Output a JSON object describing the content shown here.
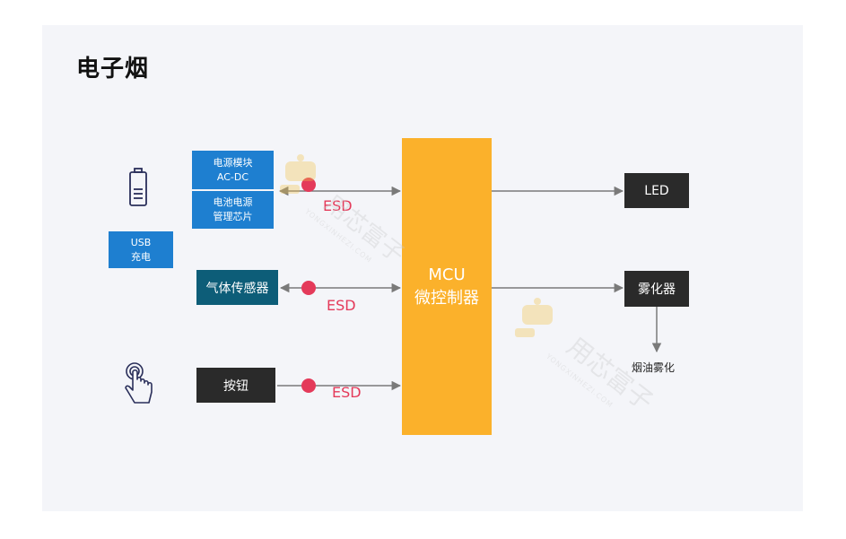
{
  "title": "电子烟",
  "blocks": {
    "power_module": [
      "电源模块",
      "AC-DC"
    ],
    "battery_power": [
      "电池电源",
      "管理芯片"
    ],
    "usb": [
      "USB",
      "充电"
    ],
    "gas_sensor": "气体传感器",
    "button": "按钮",
    "mcu": [
      "MCU",
      "微控制器"
    ],
    "led": "LED",
    "atomizer": "雾化器",
    "oil_atomize": "烟油雾化"
  },
  "esd_labels": [
    "ESD",
    "ESD",
    "ESD"
  ],
  "watermark": {
    "brand": "用芯富子",
    "url": "YONGXINHEZI.COM"
  },
  "colors": {
    "mcu": "#fbb12b",
    "blue": "#1e7fd0",
    "teal": "#0d5d78",
    "dark": "#2a2a2a",
    "esd": "#e43a5a",
    "arrow": "#7a7a7a"
  }
}
